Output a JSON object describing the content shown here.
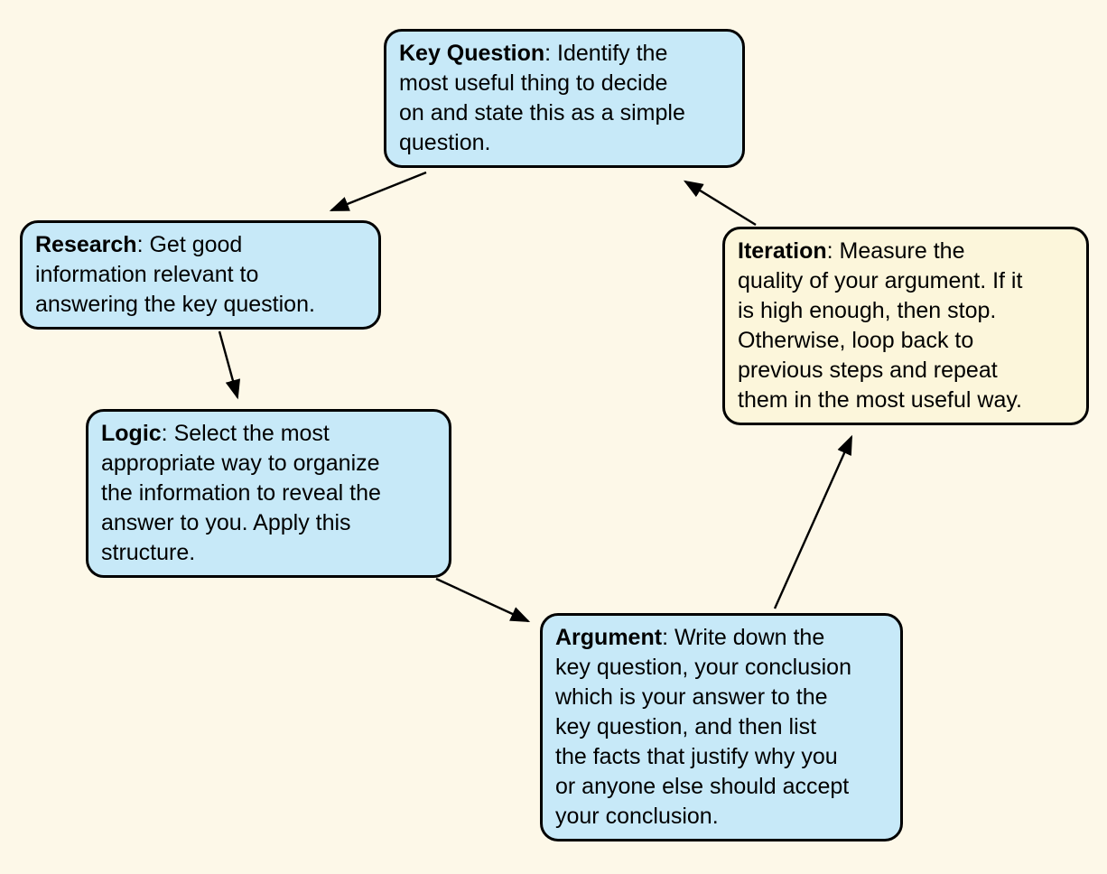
{
  "page": {
    "background_color": "#FDF8E8"
  },
  "colors": {
    "node_blue": "#C7E9F8",
    "node_yellow": "#FCF6DB",
    "node_border": "#000000",
    "arrow": "#000000"
  },
  "nodes": [
    {
      "id": "key-question",
      "term": "Key Question",
      "body": ": Identify the\nmost useful thing to decide\non and state this as a simple\nquestion.",
      "fill": "#C7E9F8"
    },
    {
      "id": "research",
      "term": "Research",
      "body": ": Get good\ninformation relevant to\nanswering the key question.",
      "fill": "#C7E9F8"
    },
    {
      "id": "logic",
      "term": "Logic",
      "body": ": Select the most\nappropriate way to organize\nthe information to reveal the\nanswer to you. Apply this\nstructure.",
      "fill": "#C7E9F8"
    },
    {
      "id": "argument",
      "term": "Argument",
      "body": ": Write down the\nkey question, your conclusion\nwhich is your answer to the\nkey question, and then list\nthe facts that justify why you\nor anyone else should accept\nyour conclusion.",
      "fill": "#C7E9F8"
    },
    {
      "id": "iteration",
      "term": "Iteration",
      "body": ": Measure the\nquality of your argument. If it\nis high enough, then stop.\nOtherwise, loop back to\nprevious steps and repeat\nthem in the most useful way.",
      "fill": "#FCF6DB"
    }
  ],
  "edges": [
    {
      "from": "key-question",
      "to": "research"
    },
    {
      "from": "research",
      "to": "logic"
    },
    {
      "from": "logic",
      "to": "argument"
    },
    {
      "from": "argument",
      "to": "iteration"
    },
    {
      "from": "iteration",
      "to": "key-question"
    }
  ]
}
